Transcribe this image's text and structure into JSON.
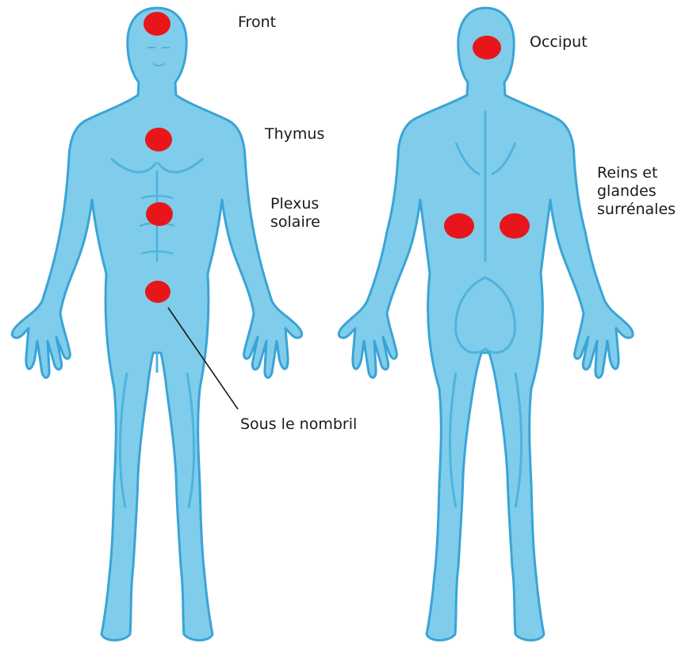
{
  "labels": {
    "front": "Front",
    "thymus": "Thymus",
    "plexus_line1": "Plexus",
    "plexus_line2": "solaire",
    "nombril": "Sous le nombril",
    "occiput": "Occiput",
    "reins_line1": "Reins et",
    "reins_line2": "glandes",
    "reins_line3": "surrénales"
  },
  "colors": {
    "body_fill": "#7fcdea",
    "body_shade": "#4fb3de",
    "body_outline": "#3aa4d6",
    "marker": "#e8161b",
    "text": "#1a1a1a",
    "leader_line": "#1a1a1a"
  }
}
